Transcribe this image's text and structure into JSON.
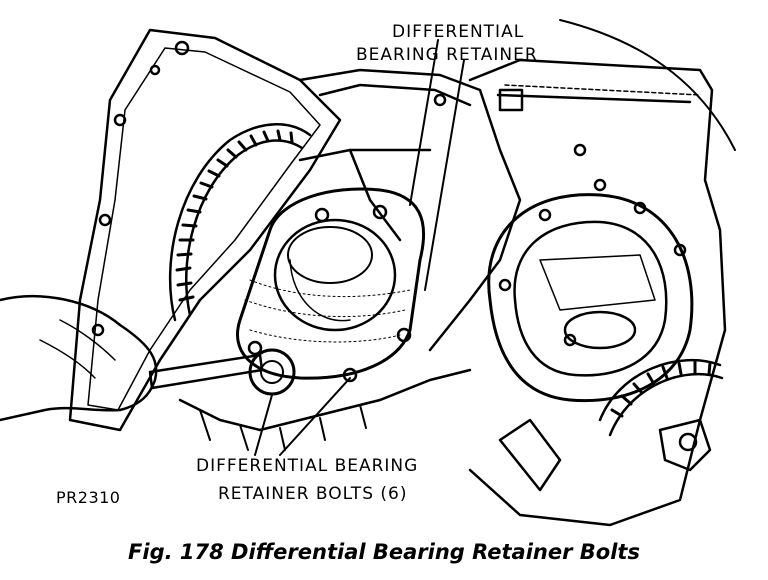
{
  "labels": {
    "top_line1": "DIFFERENTIAL",
    "top_line2": "BEARING RETAINER",
    "bottom_line1": "DIFFERENTIAL BEARING",
    "bottom_line2": "RETAINER BOLTS (6)"
  },
  "figure_id": "PR2310",
  "caption": "Fig. 178 Differential Bearing Retainer Bolts"
}
